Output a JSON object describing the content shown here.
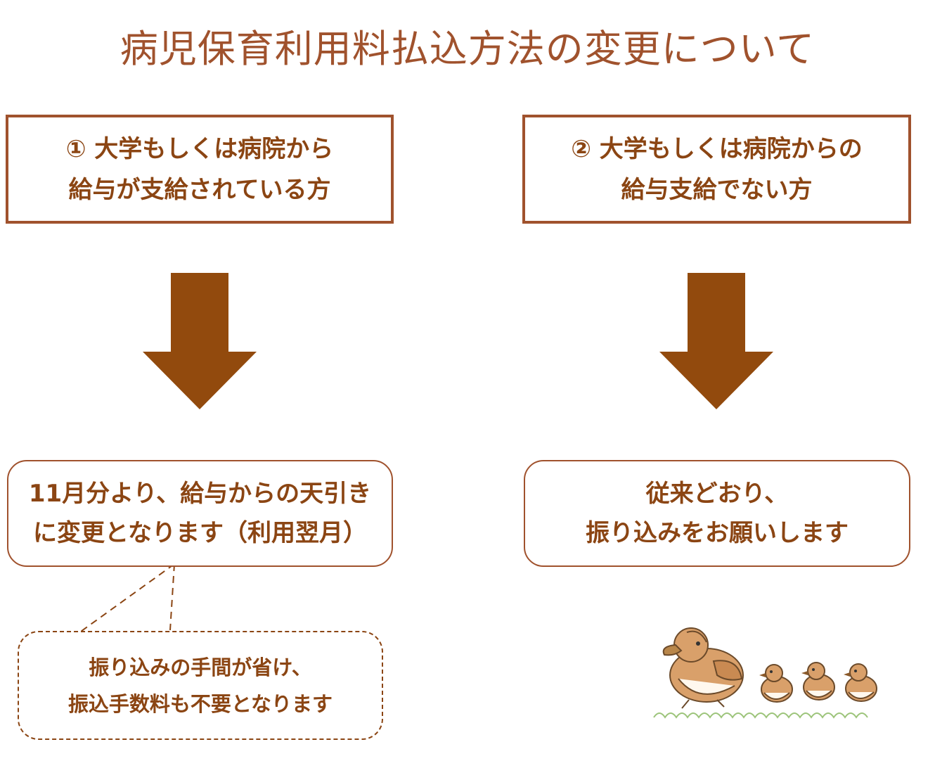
{
  "title": "病児保育利用料払込方法の変更について",
  "colors": {
    "accent": "#8b4513",
    "title": "#a0522d",
    "arrow": "#924a0d"
  },
  "left": {
    "header": {
      "line1": "① 大学もしくは病院から",
      "line2": "給与が支給されている方"
    },
    "result": {
      "line1": "11月分より、給与からの天引き",
      "line2": "に変更となります（利用翌月）"
    },
    "callout": {
      "line1": "振り込みの手間が省け、",
      "line2": "振込手数料も不要となります"
    }
  },
  "right": {
    "header": {
      "line1": "② 大学もしくは病院からの",
      "line2": "給与支給でない方"
    },
    "result": {
      "line1": "従来どおり、",
      "line2": "振り込みをお願いします"
    }
  },
  "icons": {
    "arrow": "down-arrow-icon",
    "illustration": "duck-family-icon"
  }
}
